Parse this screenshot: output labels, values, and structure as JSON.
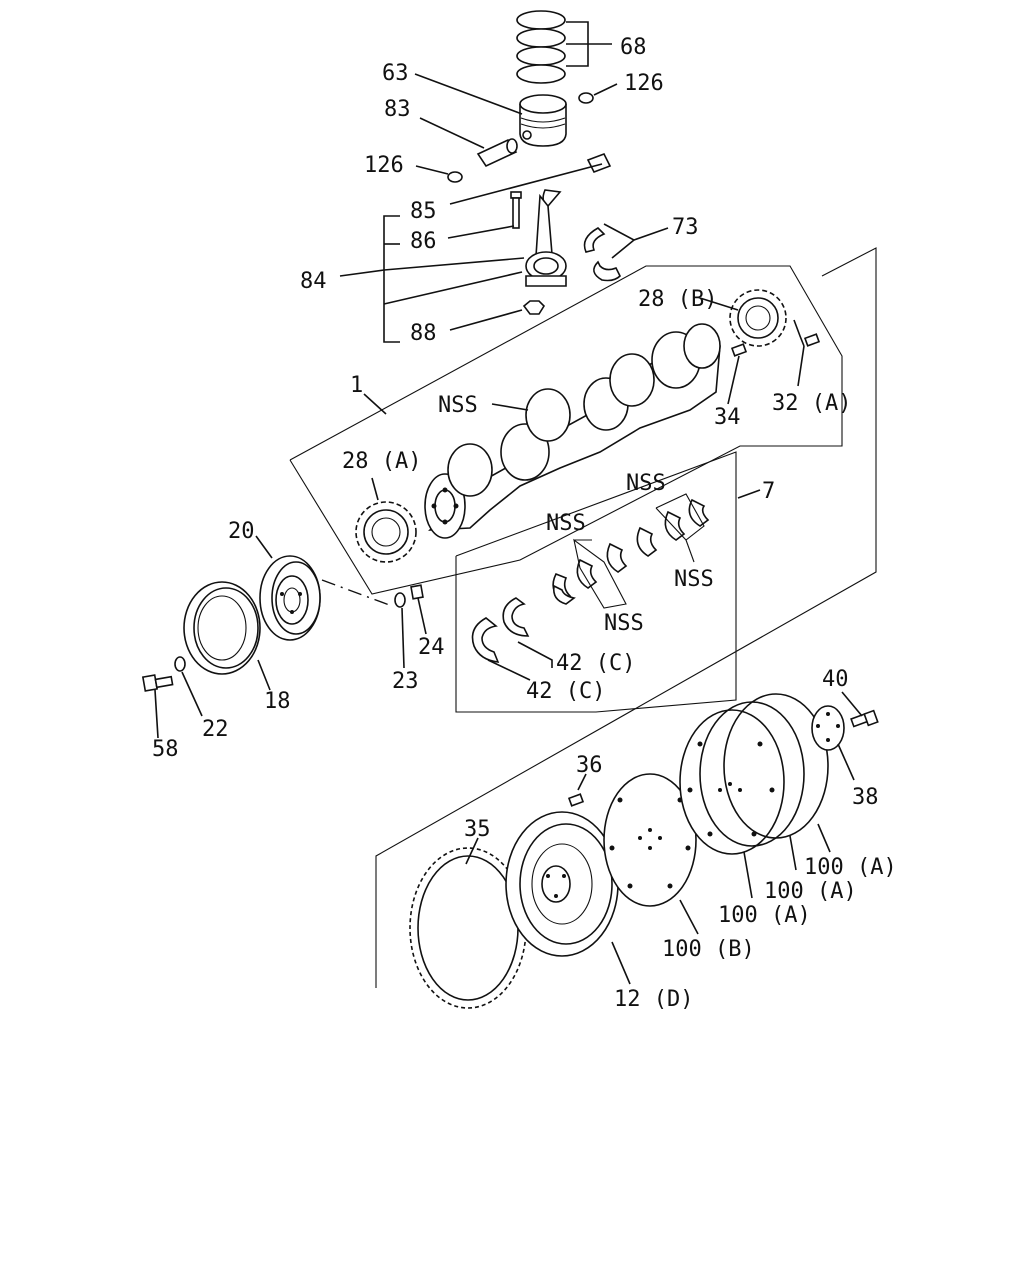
{
  "labels": {
    "l68": "68",
    "l63": "63",
    "l126a": "126",
    "l83": "83",
    "l126b": "126",
    "l85": "85",
    "l86": "86",
    "l73": "73",
    "l84": "84",
    "l28b": "28 (B)",
    "l88": "88",
    "l32a": "32 (A)",
    "l1": "1",
    "lnss1": "NSS",
    "l34": "34",
    "l28a": "28 (A)",
    "lnss2": "NSS",
    "l7": "7",
    "lnss3": "NSS",
    "l20": "20",
    "lnss4": "NSS",
    "lnss5": "NSS",
    "l24": "24",
    "l42c1": "42 (C)",
    "l23": "23",
    "l42c2": "42 (C)",
    "l18": "18",
    "l58": "58",
    "l22": "22",
    "l40": "40",
    "l36": "36",
    "l38": "38",
    "l35": "35",
    "l100a1": "100 (A)",
    "l100a2": "100 (A)",
    "l100a3": "100 (A)",
    "l100b": "100 (B)",
    "l12d": "12 (D)"
  }
}
